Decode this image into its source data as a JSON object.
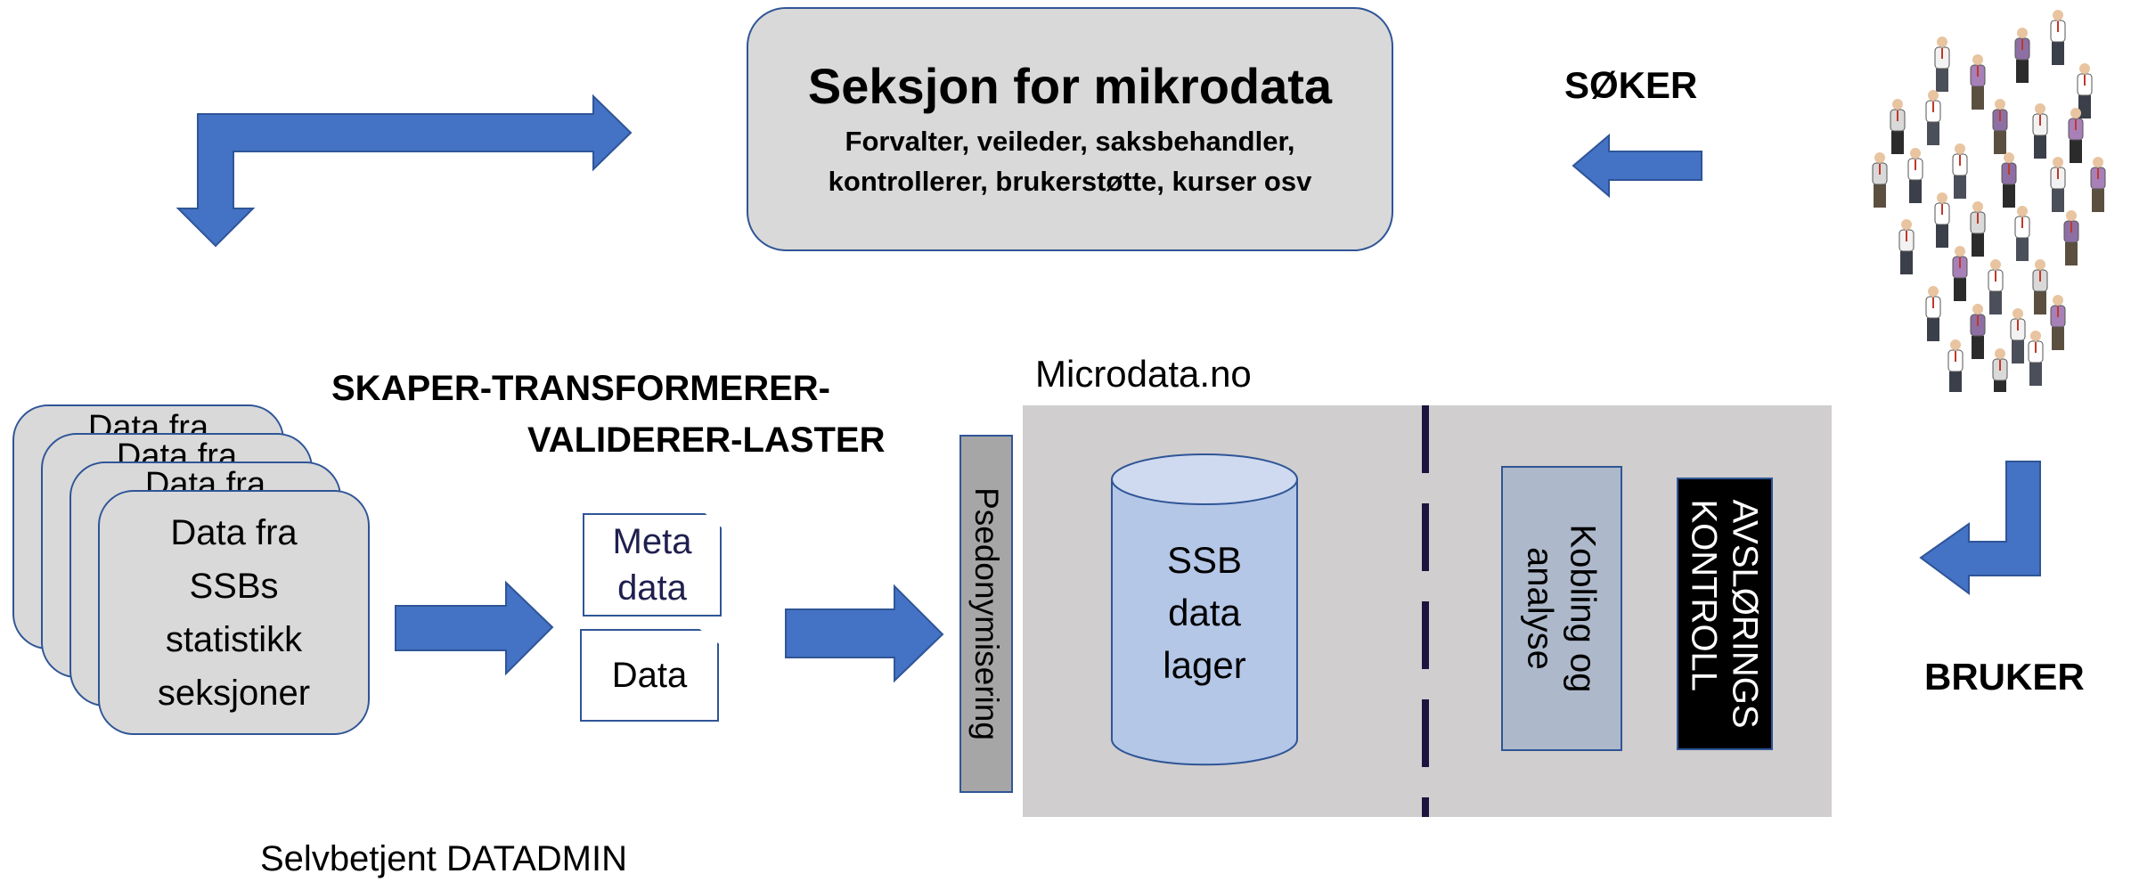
{
  "section": {
    "title": "Seksjon for mikrodata",
    "desc_line1": "Forvalter, veileder, saksbehandler,",
    "desc_line2": "kontrollerer, brukerstøtte, kurser osv"
  },
  "labels": {
    "soker": "SØKER",
    "bruker": "BRUKER",
    "process_line1": "SKAPER-TRANSFORMERER-",
    "process_line2": "VALIDERER-LASTER",
    "microdata": "Microdata.no",
    "datadmin": "Selvbetjent DATADMIN"
  },
  "sources": {
    "back_label": "Data fra",
    "front_lines": [
      "Data fra",
      "SSBs",
      "statistikk",
      "seksjoner"
    ]
  },
  "documents": {
    "meta_line1": "Meta",
    "meta_line2": "data",
    "data": "Data"
  },
  "platform": {
    "pseudo": "Psedonymisering",
    "db_lines": [
      "SSB",
      "data",
      "lager"
    ],
    "kobling_line1": "Kobling og",
    "kobling_line2": "analyse",
    "avs_line1": "AVSLØRINGS",
    "avs_line2": "KONTROLL"
  },
  "colors": {
    "arrow": "#4472c4",
    "border": "#2f5597",
    "box_fill": "#d9d9d9",
    "platform": "#d0cece",
    "cylinder": "#b4c7e7",
    "dashed_divider": "#1c1440"
  },
  "icons": [
    "people-crowd-icon"
  ]
}
